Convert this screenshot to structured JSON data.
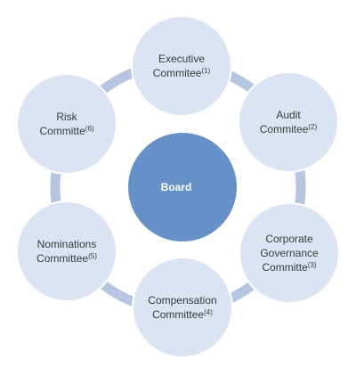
{
  "colors": {
    "center_fill": "#6591c8",
    "center_stroke": "#ffffff",
    "node_fill": "#dae4f2",
    "node_stroke": "#ffffff",
    "connector": "#b4c6e2"
  },
  "center": {
    "label": "Board"
  },
  "committees": [
    {
      "lines": [
        "Executive",
        "Commitee"
      ],
      "note": "(1)"
    },
    {
      "lines": [
        "Audit",
        "Commitee"
      ],
      "note": "(2)"
    },
    {
      "lines": [
        "Corporate",
        "Governance",
        "Committe"
      ],
      "note": "(3)"
    },
    {
      "lines": [
        "Compensation",
        "Committee"
      ],
      "note": "(4)"
    },
    {
      "lines": [
        "Nominations",
        "Committee"
      ],
      "note": "(5)"
    },
    {
      "lines": [
        "Risk",
        "Committe"
      ],
      "note": "(6)"
    }
  ]
}
